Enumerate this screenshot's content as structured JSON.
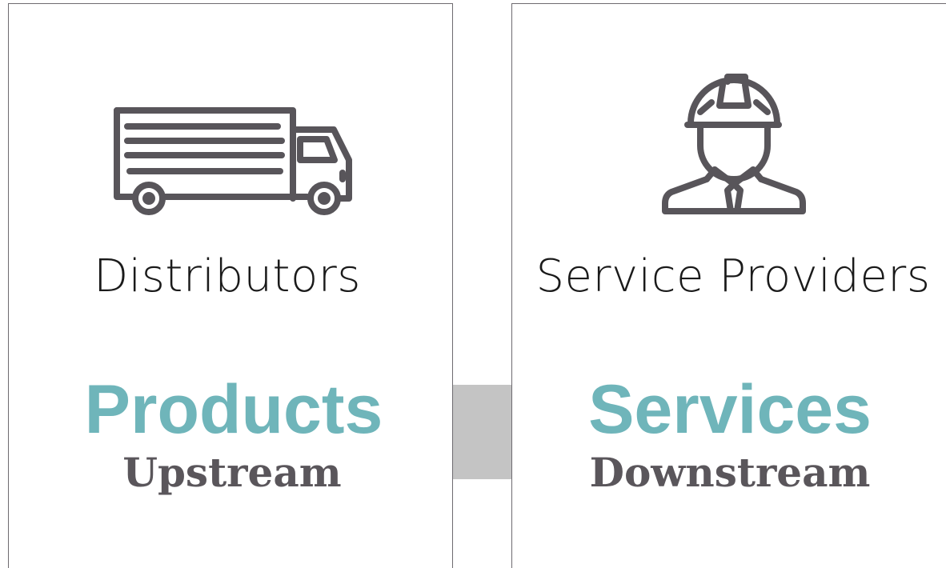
{
  "colors": {
    "accent": "#6fb5ba",
    "icon": "#58555a",
    "subtitle": "#5a565b",
    "border": "#6e6b70",
    "connector": "#c4c4c4"
  },
  "left_card": {
    "icon": "truck-icon",
    "label": "Distributors",
    "title": "Products",
    "subtitle": "Upstream"
  },
  "right_card": {
    "icon": "construction-worker-icon",
    "label": "Service Providers",
    "title": "Services",
    "subtitle": "Downstream"
  }
}
